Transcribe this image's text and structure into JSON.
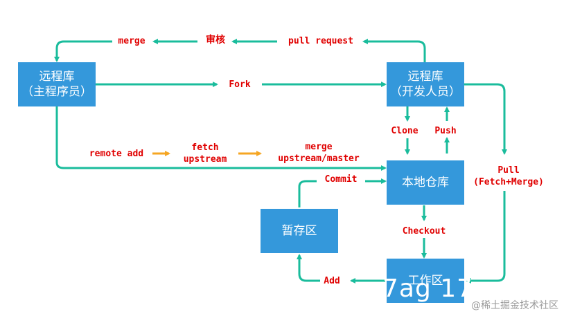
{
  "nodes": {
    "remote_maintainer": {
      "line1": "远程库",
      "line2": "（主程序员）"
    },
    "remote_developer": {
      "line1": "远程库",
      "line2": "（开发人员）"
    },
    "local_repo": {
      "line1": "本地仓库"
    },
    "staging": {
      "line1": "暂存区"
    },
    "workspace": {
      "line1": "工作区"
    }
  },
  "labels": {
    "merge_top": "merge",
    "review": "审核",
    "pull_request": "pull request",
    "fork": "Fork",
    "clone": "Clone",
    "push": "Push",
    "remote_add": "remote add",
    "fetch_upstream_1": "fetch",
    "fetch_upstream_2": "upstream",
    "merge_upstream_1": "merge",
    "merge_upstream_2": "upstream/master",
    "commit": "Commit",
    "pull_1": "Pull",
    "pull_2": "(Fetch+Merge)",
    "checkout": "Checkout",
    "add": "Add"
  },
  "overlay_text": "7ag 17",
  "watermark": "@稀土掘金技术社区",
  "colors": {
    "box": "#3498db",
    "arrow_teal": "#1abc9c",
    "arrow_orange": "#f5a623",
    "label_red": "#e00000"
  }
}
